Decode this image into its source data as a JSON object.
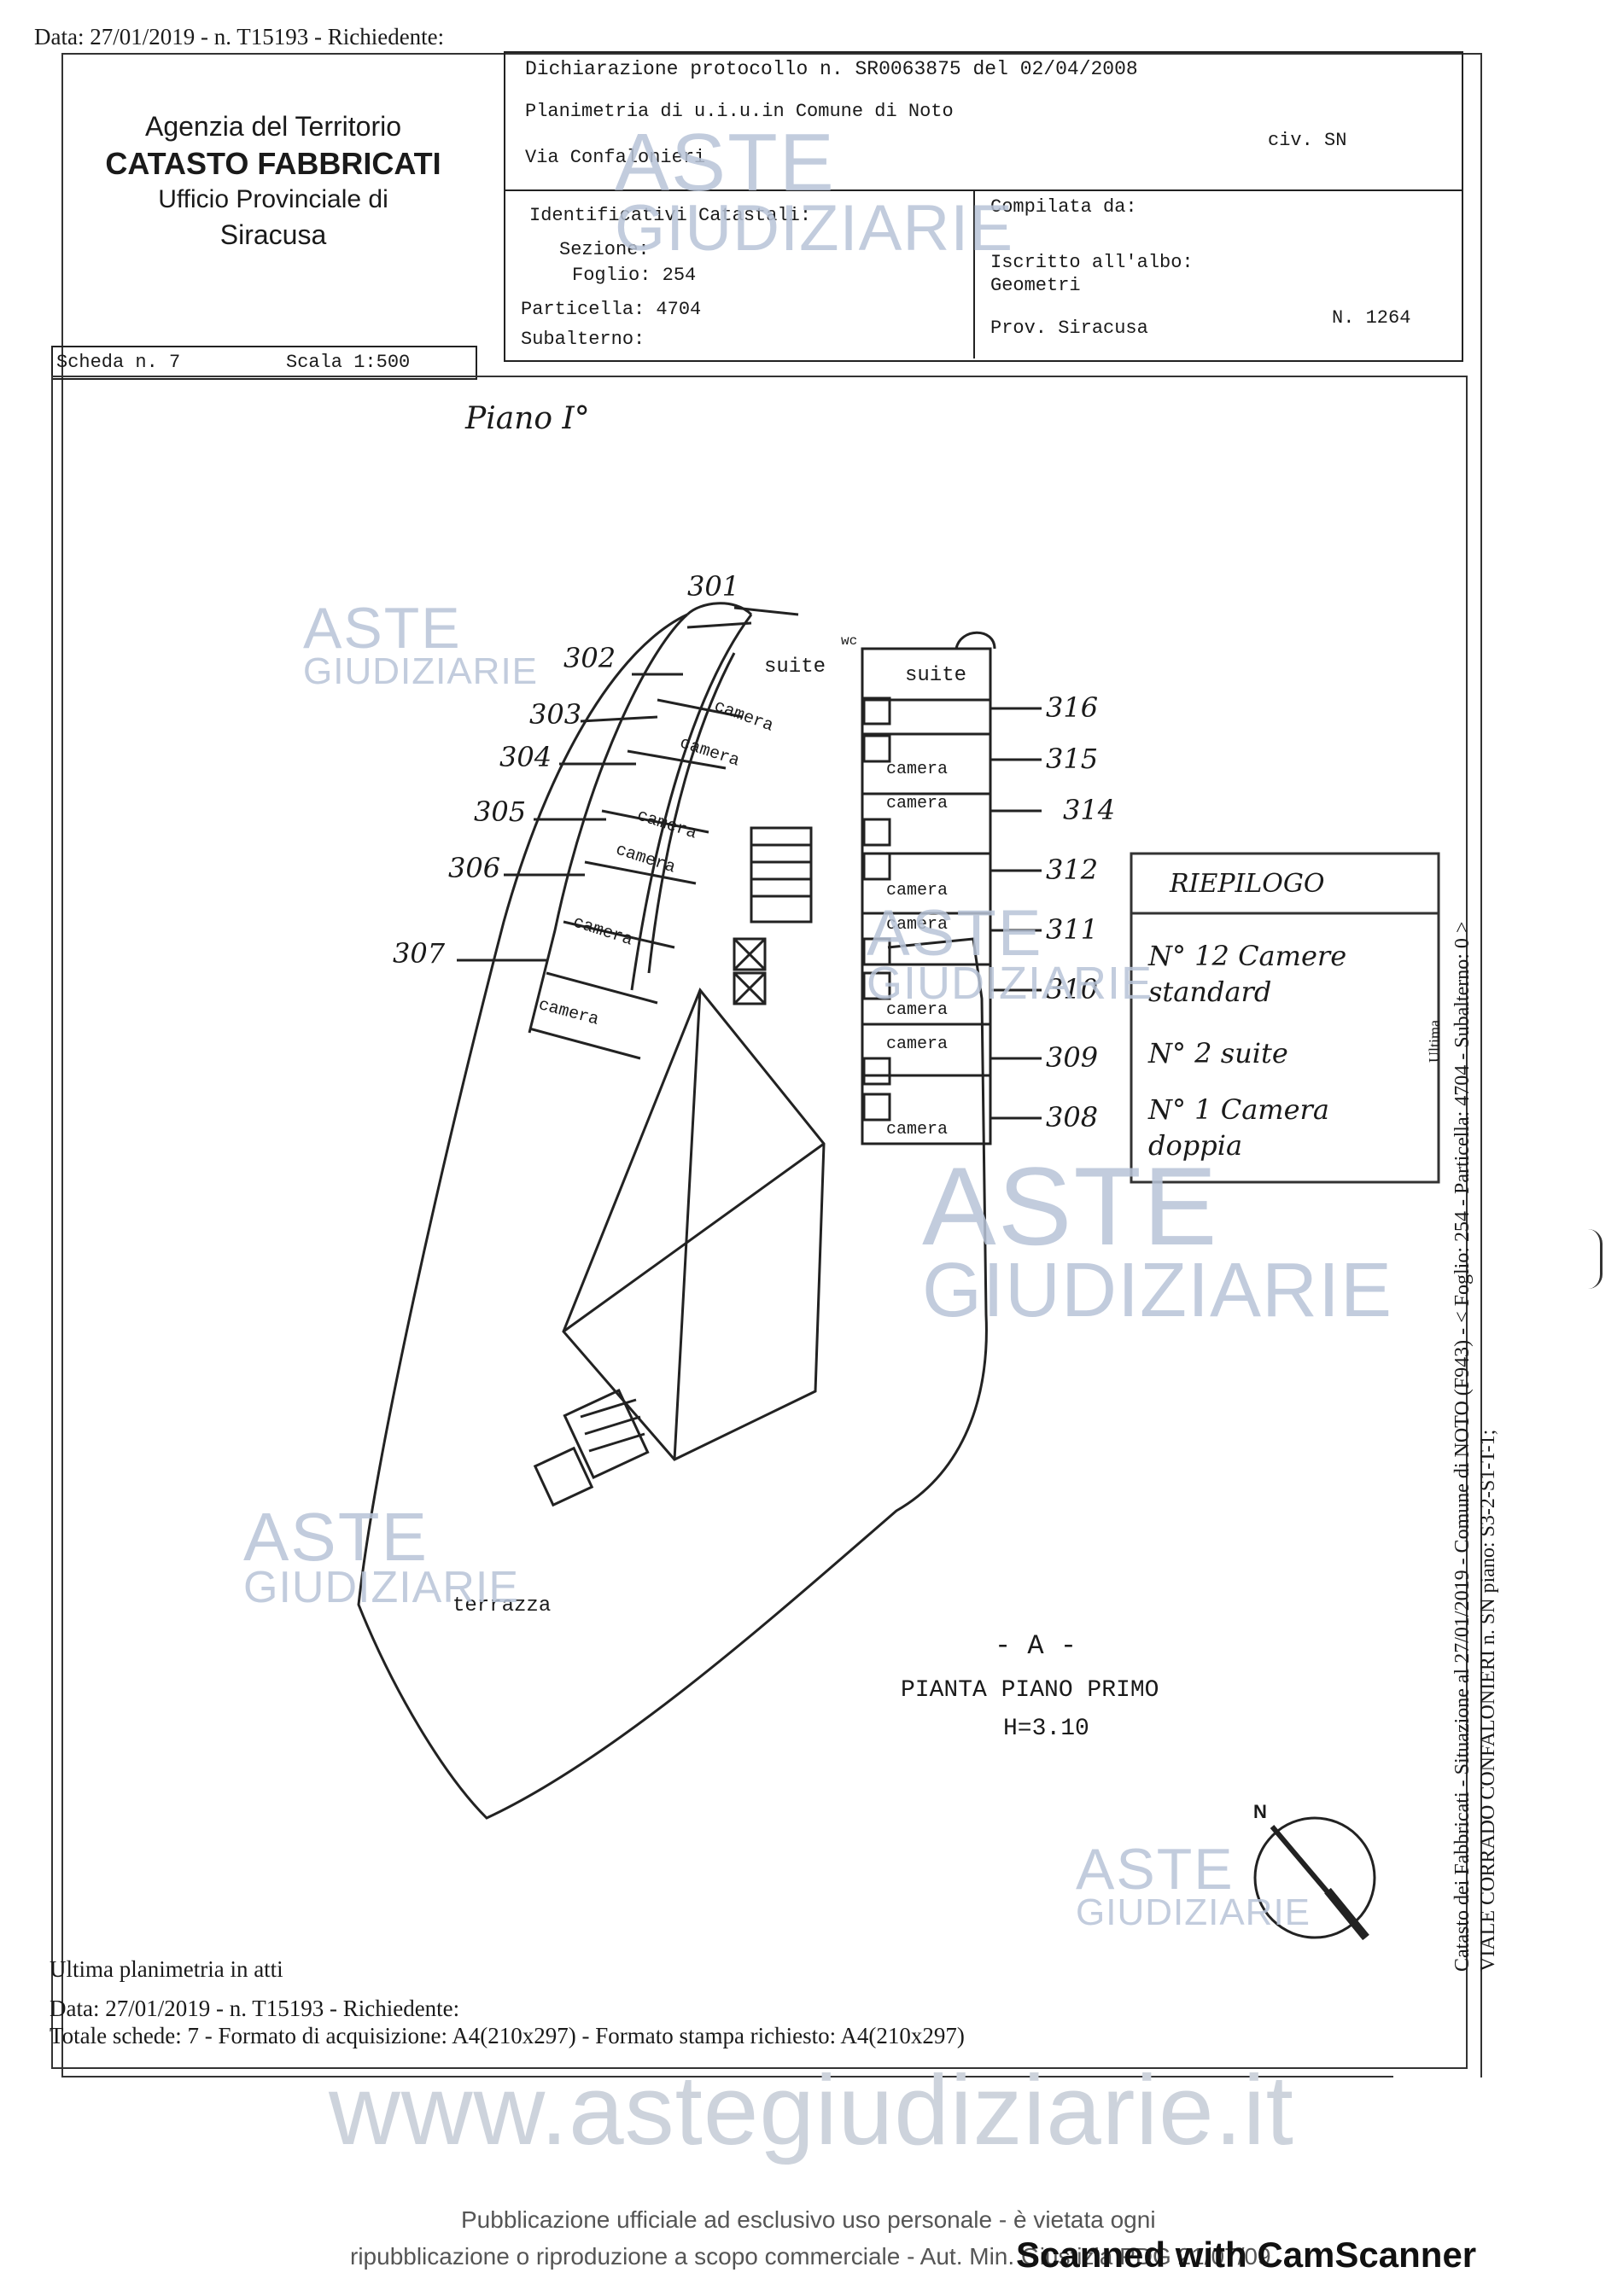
{
  "header": {
    "date_line_top": "Data: 27/01/2019 - n. T15193 - Richiedente:",
    "agency": "Agenzia del Territorio",
    "catasto": "CATASTO FABBRICATI",
    "ufficio": "Ufficio Provinciale di",
    "city": "Siracusa",
    "dichiarazione": "Dichiarazione protocollo n. SR0063875 del 02/04/2008",
    "planimetria": "Planimetria di u.i.u.in Comune di Noto",
    "via": "Via Confalonieri",
    "civ": "civ. SN",
    "identificativi": "Identificativi Catastali:",
    "sezione": "Sezione:",
    "foglio": "Foglio: 254",
    "particella": "Particella: 4704",
    "subalterno": "Subalterno:",
    "compilata": "Compilata da:",
    "iscritto": "Iscritto all'albo:",
    "geometri": "Geometri",
    "prov": "Prov. Siracusa",
    "n_albo": "N. 1264",
    "scheda": "Scheda n. 7",
    "scala": "Scala 1:500"
  },
  "plan": {
    "piano_note": "Piano I°",
    "rooms": {
      "suite": "suite",
      "camera": "camera",
      "wc": "wc",
      "terrazza": "terrazza"
    },
    "numbers": [
      "301",
      "302",
      "303",
      "304",
      "305",
      "306",
      "307",
      "316",
      "315",
      "314",
      "312",
      "311",
      "310",
      "309",
      "308"
    ],
    "title_a": "- A -",
    "title_main": "PIANTA PIANO PRIMO",
    "title_h": "H=3.10",
    "north": "N"
  },
  "riepilogo": {
    "title": "RIEPILOGO",
    "lines": [
      "N° 12 Camere standard",
      "N° 2 suite",
      "N° 1 Camera doppia"
    ]
  },
  "side_text": {
    "line1": "Catasto dei Fabbricati - Situazione al 27/01/2019 - Comune di NOTO (F943) - < Foglio: 254 - Particella: 4704 - Subalterno: 0 >",
    "line2": "VIALE CORRADO CONFALONIERI n. SN piano: S3-2-S1-T-1;",
    "mark": "Ultima"
  },
  "footer": {
    "ultima": "Ultima planimetria in atti",
    "data": "Data: 27/01/2019 - n. T15193 - Richiedente:",
    "totale": "Totale schede: 7 - Formato di acquisizione: A4(210x297)  - Formato stampa richiesto: A4(210x297)",
    "website": "www.astegiudiziarie.it",
    "pub1": "Pubblicazione ufficiale ad esclusivo uso personale - è vietata ogni",
    "pub2": "ripubblicazione o riproduzione a scopo commerciale - Aut. Min. Giustizia PDG 21/07/09",
    "scanned": "Scanned with CamScanner"
  },
  "watermark": {
    "aste": "ASTE",
    "giudiziarie": "GIUDIZIARIE"
  }
}
